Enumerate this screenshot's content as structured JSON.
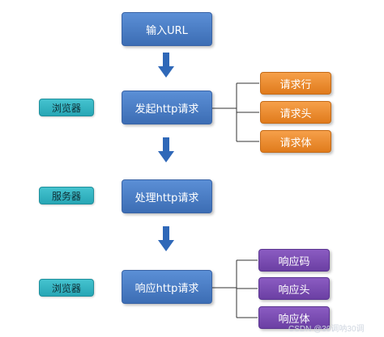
{
  "nodes": {
    "input_url": "输入URL",
    "send_request": "发起http请求",
    "process_request": "处理http请求",
    "response_request": "响应http请求"
  },
  "actors": {
    "browser_top": "浏览器",
    "server": "服务器",
    "browser_bottom": "浏览器"
  },
  "request_parts": [
    "请求行",
    "请求头",
    "请求体"
  ],
  "response_parts": [
    "响应码",
    "响应头",
    "响应体"
  ],
  "watermark": "CSDN @30调呐30调",
  "colors": {
    "main": "#4a7fc8",
    "side": "#2fb3c1",
    "request": "#ec8b2c",
    "response": "#7a4bb3",
    "arrow": "#2f68b8"
  }
}
